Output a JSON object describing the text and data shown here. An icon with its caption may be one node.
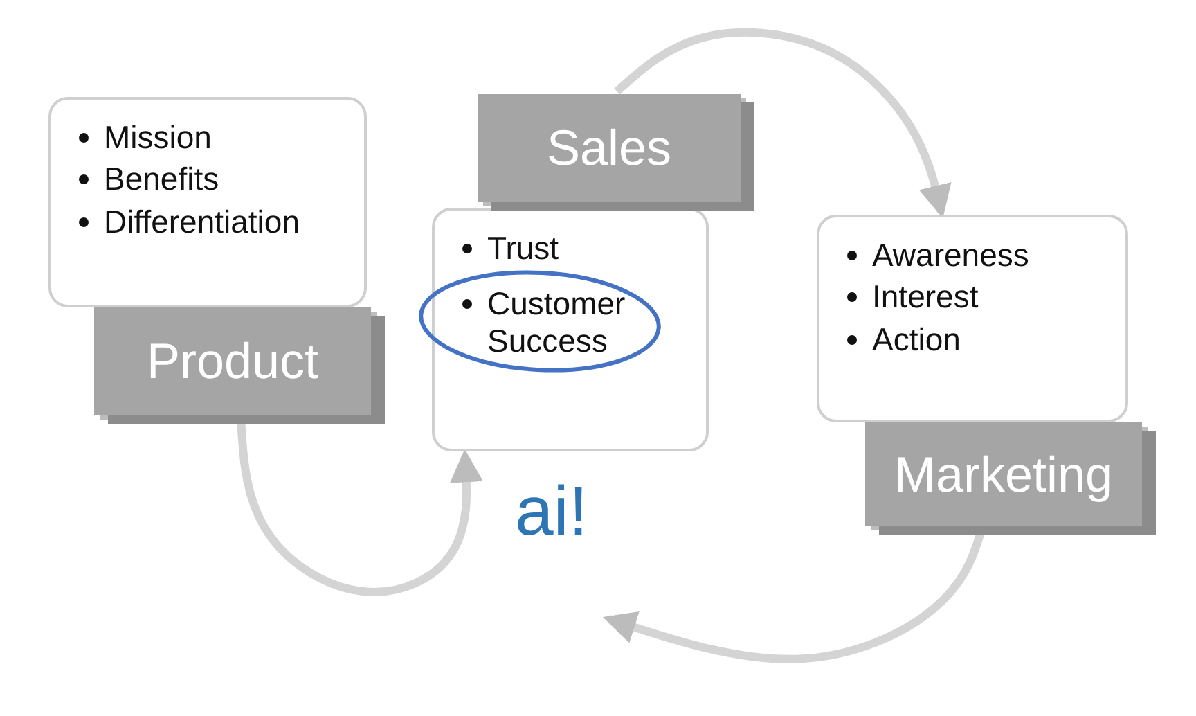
{
  "diagram": {
    "nodes": [
      {
        "text": [
          "Mission",
          "Benefits",
          "Differentiation"
        ]
      },
      {
        "text": [
          "Product"
        ]
      },
      {
        "text": [
          "Trust",
          "Customer Success"
        ]
      },
      {
        "text": [
          "Sales"
        ]
      },
      {
        "text": [
          "Awareness",
          "Interest",
          "Action"
        ]
      },
      {
        "text": [
          "Marketing"
        ]
      }
    ],
    "edges": [
      {
        "from": 1,
        "to": 2,
        "arrow": "to"
      },
      {
        "from": 3,
        "to": 4,
        "arrow": "to"
      },
      {
        "from": 5,
        "to": null,
        "arrow": "to"
      }
    ],
    "labels": [
      "ai!"
    ]
  }
}
